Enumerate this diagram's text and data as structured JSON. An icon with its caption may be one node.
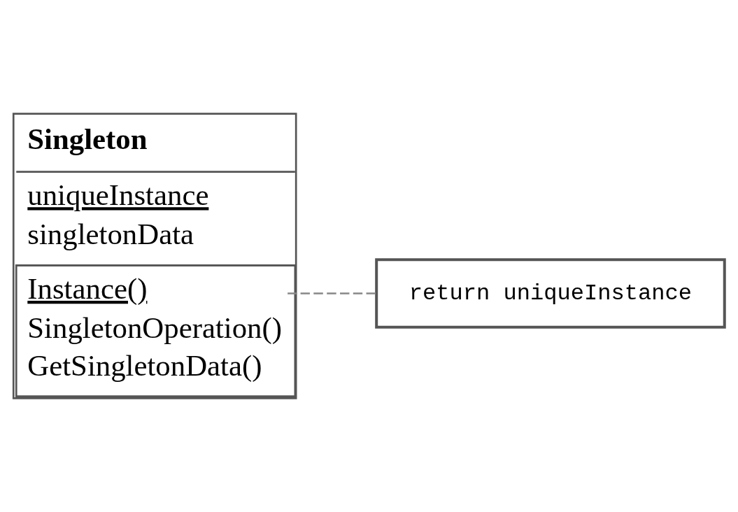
{
  "diagram": {
    "nodes": [
      {
        "text": [
          "Singleton",
          "uniqueInstance",
          "singletonData",
          "Instance()",
          "SingletonOperation()",
          "GetSingletonData()"
        ]
      },
      {
        "text": [
          "return uniqueInstance"
        ]
      }
    ],
    "edges": [
      {
        "from": 0,
        "to": 1,
        "arrow": "none",
        "style": "dashed"
      }
    ]
  }
}
